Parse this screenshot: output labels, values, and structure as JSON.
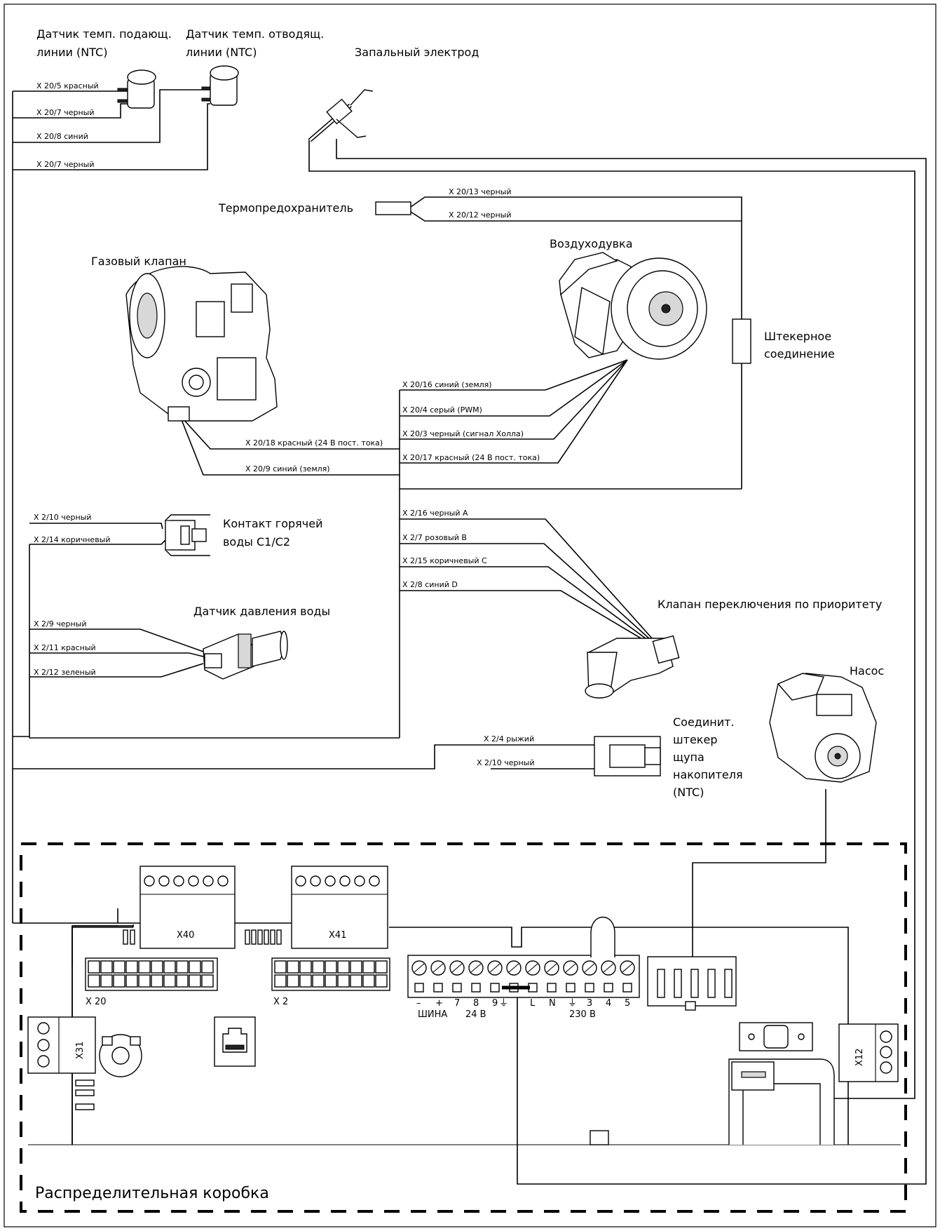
{
  "components": {
    "flow_sensor": {
      "line1": "Датчик темп. подающ.",
      "line2": "линии (NTC)"
    },
    "return_sensor": {
      "line1": "Датчик темп. отводящ.",
      "line2": "линии (NTC)"
    },
    "ignition_electrode": "Запальный электрод",
    "thermal_fuse": "Термопредохранитель",
    "gas_valve": "Газовый клапан",
    "fan": "Воздуходувка",
    "connector": {
      "line1": "Штекерное",
      "line2": "соединение"
    },
    "hot_water_contact": {
      "line1": "Контакт горячей",
      "line2": "воды C1/C2"
    },
    "pressure_sensor": "Датчик давления воды",
    "priority_valve": "Клапан переключения по приоритету",
    "pump": "Насос",
    "storage_connector": {
      "line1": "Соединит.",
      "line2": "штекер",
      "line3": "щупа",
      "line4": "накопителя",
      "line5": "(NTC)"
    },
    "distribution_box": "Распределительная коробка"
  },
  "wires": {
    "x20_5": "X 20/5 красный",
    "x20_7a": "X 20/7 черный",
    "x20_8": "X 20/8 синий",
    "x20_7b": "X 20/7 черный",
    "x20_13": "X 20/13 черный",
    "x20_12": "X 20/12 черный",
    "x20_16": "X 20/16 синий (земля)",
    "x20_4": "X 20/4 серый (PWM)",
    "x20_3": "X 20/3 черный (сигнал Холла)",
    "x20_17": "X 20/17 красный (24 В пост. тока)",
    "x20_18": "X 20/18 красный (24 В пост. тока)",
    "x20_9": "X 20/9 синий (земля)",
    "x2_10a": "X 2/10 черный",
    "x2_14": "X 2/14 коричневый",
    "x2_16": "X 2/16 черный A",
    "x2_7": "X 2/7 розовый B",
    "x2_15": "X 2/15 коричневый C",
    "x2_8": "X 2/8 синий D",
    "x2_9": "X 2/9 черный",
    "x2_11": "X 2/11 красный",
    "x2_12": "X 2/12 зеленый",
    "x2_4": "X 2/4 рыжий",
    "x2_10b": "X 2/10  черный"
  },
  "board": {
    "x40": "X40",
    "x41": "X41",
    "x20": "X 20",
    "x2": "X 2",
    "x31": "X31",
    "x12": "X12",
    "terminals": [
      "–",
      "+",
      "7",
      "8",
      "9",
      "L",
      "N",
      "⏚",
      "3",
      "4",
      "5"
    ],
    "bus": "ШИНА",
    "v24": "24 В",
    "v230": "230 В",
    "ground_symbol": "⏚"
  }
}
